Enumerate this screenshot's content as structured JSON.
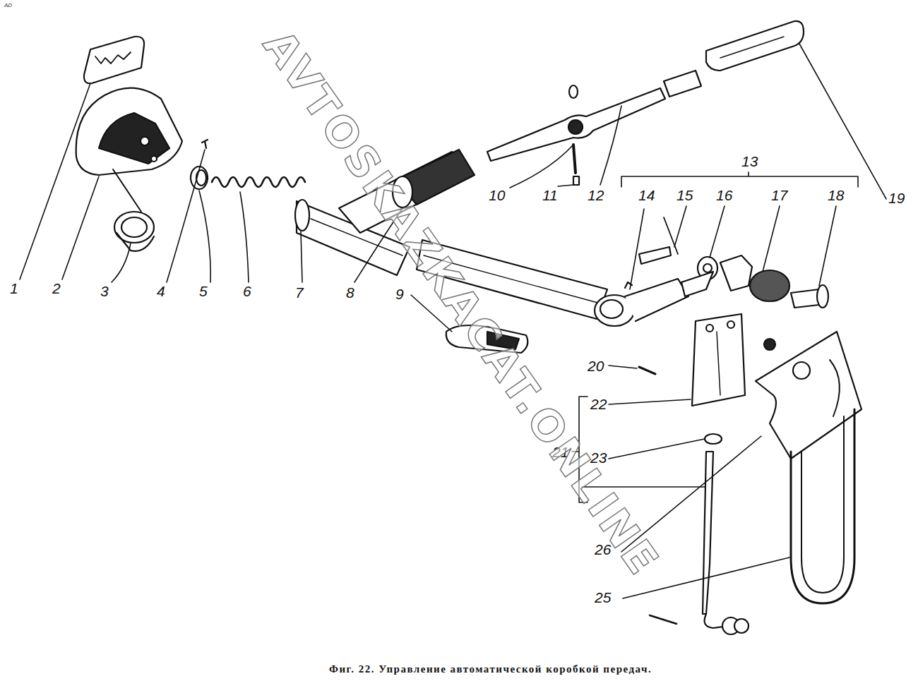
{
  "diagram": {
    "caption": "Фиг. 22. Управление автоматической коробкой передач.",
    "labels": [
      "1",
      "2",
      "3",
      "4",
      "5",
      "6",
      "7",
      "8",
      "9",
      "10",
      "11",
      "12",
      "13",
      "14",
      "15",
      "16",
      "17",
      "18",
      "19",
      "20",
      "21",
      "22",
      "23",
      "25",
      "26",
      "AVTOSKAZKACAT.ONLINE",
      "AD"
    ]
  }
}
